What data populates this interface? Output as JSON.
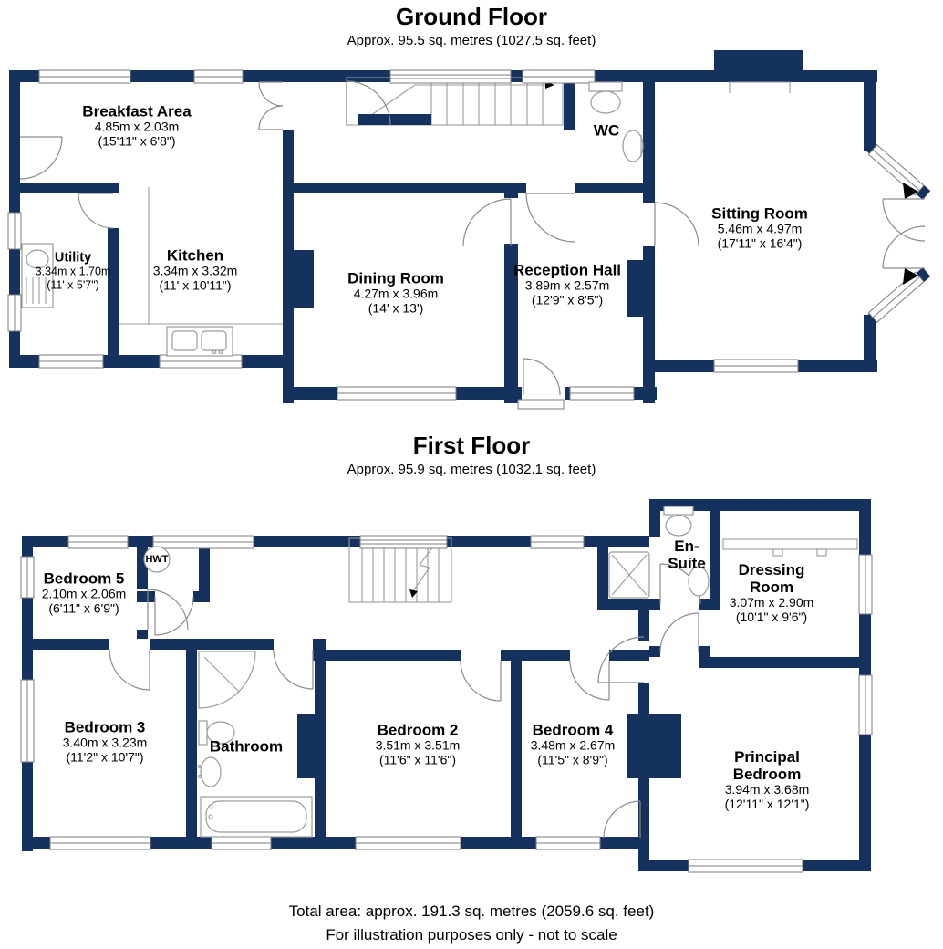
{
  "colors": {
    "wall": "#15325f",
    "text": "#000000"
  },
  "ground_floor": {
    "title": "Ground Floor",
    "subtitle": "Approx. 95.5 sq. metres (1027.5 sq. feet)",
    "rooms": {
      "breakfast": {
        "name": "Breakfast Area",
        "metric": "4.85m x 2.03m",
        "imperial": "(15'11\" x 6'8\")"
      },
      "utility": {
        "name": "Utility",
        "metric": "3.34m x 1.70m",
        "imperial": "(11' x 5'7\")"
      },
      "kitchen": {
        "name": "Kitchen",
        "metric": "3.34m x 3.32m",
        "imperial": "(11' x 10'11\")"
      },
      "dining": {
        "name": "Dining Room",
        "metric": "4.27m x 3.96m",
        "imperial": "(14' x 13')"
      },
      "reception": {
        "name": "Reception Hall",
        "metric": "3.89m x 2.57m",
        "imperial": "(12'9\" x 8'5\")"
      },
      "wc": {
        "name": "WC"
      },
      "sitting": {
        "name": "Sitting Room",
        "metric": "5.46m x 4.97m",
        "imperial": "(17'11\" x 16'4\")"
      }
    }
  },
  "first_floor": {
    "title": "First Floor",
    "subtitle": "Approx. 95.9 sq. metres (1032.1 sq. feet)",
    "rooms": {
      "bedroom5": {
        "name": "Bedroom 5",
        "metric": "2.10m x 2.06m",
        "imperial": "(6'11\" x 6'9\")"
      },
      "hwt": {
        "name": "HWT"
      },
      "ensuite": {
        "name": "En-Suite"
      },
      "dressing": {
        "name": "Dressing Room",
        "metric": "3.07m x 2.90m",
        "imperial": "(10'1\" x 9'6\")"
      },
      "bedroom3": {
        "name": "Bedroom 3",
        "metric": "3.40m x 3.23m",
        "imperial": "(11'2\" x 10'7\")"
      },
      "bathroom": {
        "name": "Bathroom"
      },
      "bedroom2": {
        "name": "Bedroom 2",
        "metric": "3.51m x 3.51m",
        "imperial": "(11'6\" x 11'6\")"
      },
      "bedroom4": {
        "name": "Bedroom 4",
        "metric": "3.48m x 2.67m",
        "imperial": "(11'5\" x 8'9\")"
      },
      "principal": {
        "name": "Principal Bedroom",
        "metric": "3.94m x 3.68m",
        "imperial": "(12'11\" x 12'1\")"
      }
    }
  },
  "footer": {
    "line1": "Total area: approx. 191.3 sq. metres (2059.6 sq. feet)",
    "line2": "For illustration purposes only - not to scale"
  }
}
